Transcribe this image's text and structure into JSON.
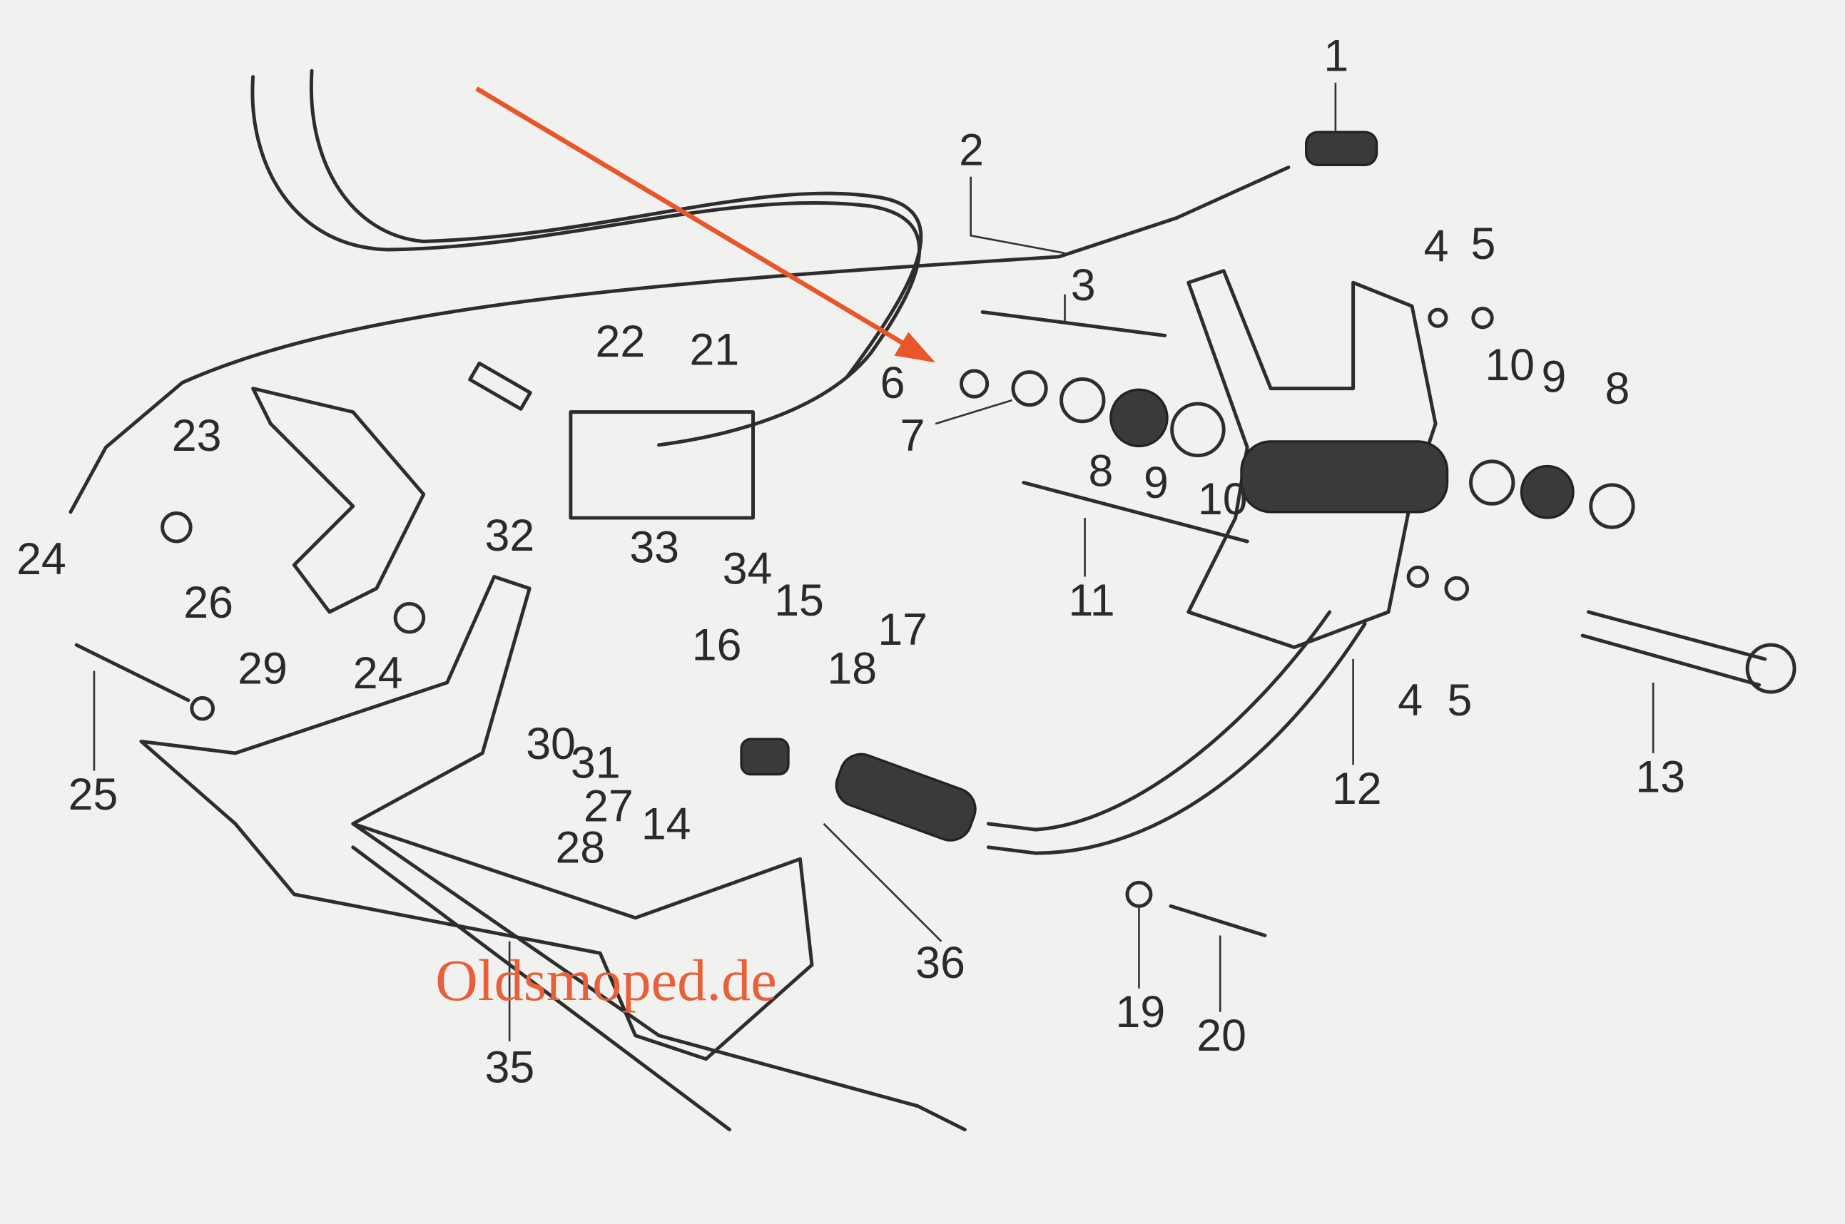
{
  "diagram": {
    "type": "exploded parts diagram",
    "part_labels": [
      "1",
      "2",
      "3",
      "4",
      "5",
      "6",
      "7",
      "8",
      "9",
      "10",
      "10",
      "9",
      "8",
      "11",
      "12",
      "13",
      "4",
      "5",
      "14",
      "15",
      "16",
      "17",
      "18",
      "19",
      "20",
      "21",
      "22",
      "23",
      "24",
      "24",
      "25",
      "26",
      "27",
      "28",
      "29",
      "30",
      "31",
      "32",
      "33",
      "34",
      "35",
      "36"
    ],
    "watermark": "Oldsmoped.de",
    "annotation_arrow_color": "#e8562a",
    "watermark_color": "#e8603a"
  }
}
